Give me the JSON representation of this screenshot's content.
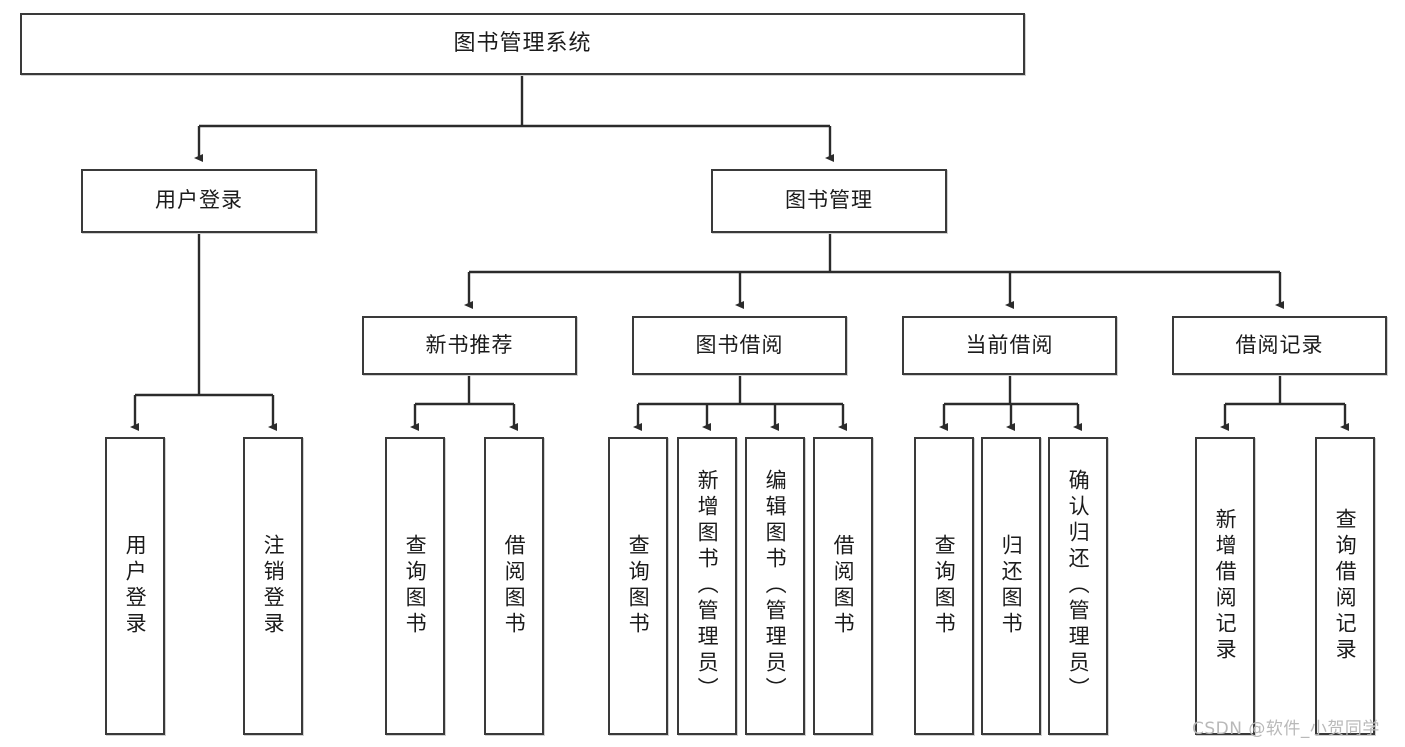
{
  "diagram": {
    "type": "tree",
    "title": "图书管理系统",
    "orientation": "top-down",
    "colors": {
      "box_border": "#3a3a3a",
      "box_fill": "#ffffff",
      "edge": "#2b2b2b",
      "text": "#1b1b1b",
      "watermark": "#b9b9b9"
    },
    "root": {
      "label": "图书管理系统"
    },
    "level2": [
      {
        "label": "用户登录"
      },
      {
        "label": "图书管理"
      }
    ],
    "level3": [
      {
        "label": "新书推荐"
      },
      {
        "label": "图书借阅"
      },
      {
        "label": "当前借阅"
      },
      {
        "label": "借阅记录"
      }
    ],
    "leaves": {
      "user_login": [
        {
          "label": "用户登录"
        },
        {
          "label": "注销登录"
        }
      ],
      "new_book": [
        {
          "label": "查询图书"
        },
        {
          "label": "借阅图书"
        }
      ],
      "book_borrow": [
        {
          "label": "查询图书"
        },
        {
          "label": "新增图书（管理员）"
        },
        {
          "label": "编辑图书（管理员）"
        },
        {
          "label": "借阅图书"
        }
      ],
      "current_borrow": [
        {
          "label": "查询图书"
        },
        {
          "label": "归还图书"
        },
        {
          "label": "确认归还（管理员）"
        }
      ],
      "borrow_record": [
        {
          "label": "新增借阅记录"
        },
        {
          "label": "查询借阅记录"
        }
      ]
    }
  },
  "watermark": {
    "text": "CSDN @软件_小贺同学"
  }
}
